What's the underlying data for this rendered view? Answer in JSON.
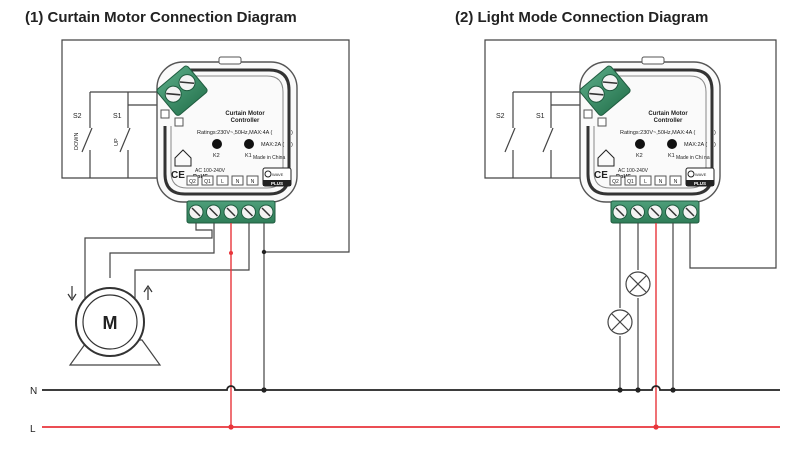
{
  "titles": {
    "left": "(1) Curtain Motor Connection Diagram",
    "right": "(2) Light Mode Connection Diagram"
  },
  "device": {
    "name_line1": "Curtain Motor",
    "name_line2": "Controller",
    "ratings": "Ratings:230V~,50Hz,MAX:4A (",
    "ratings_close": ")",
    "max_led": "MAX:2A (",
    "max_led_close": ")",
    "k2": "K2",
    "k1": "K1",
    "ce": "CE",
    "rohs": "RoHS",
    "made_in_left": "Made in China",
    "made_in_right": "Made in Chi na",
    "ac": "AC 100-240V",
    "terminals": [
      "Q2",
      "Q1",
      "L",
      "N",
      "N"
    ],
    "zwave": "WAVE",
    "plus": "PLUS"
  },
  "left": {
    "s2": "S2",
    "s1": "S1",
    "down": "DOWN",
    "up": "UP",
    "motor": "M"
  },
  "right": {
    "s2": "S2",
    "s1": "S1"
  },
  "bus": {
    "n": "N",
    "l": "L"
  },
  "colors": {
    "wire": "#333333",
    "live": "#e8353b",
    "terminal_green": "#3d8f6a",
    "frame": "#444444"
  }
}
